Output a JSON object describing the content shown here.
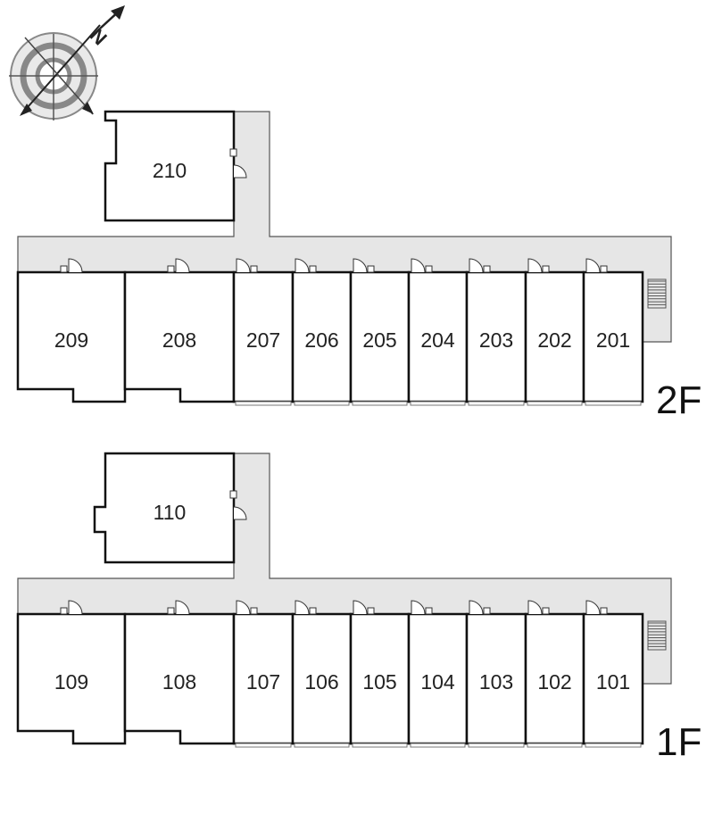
{
  "compass": {
    "north_label": "N",
    "icon": "compass-rose-icon"
  },
  "floors": [
    {
      "floor_label": "2F",
      "annex_unit": "210",
      "units": [
        "209",
        "208",
        "207",
        "206",
        "205",
        "204",
        "203",
        "202",
        "201"
      ]
    },
    {
      "floor_label": "1F",
      "annex_unit": "110",
      "units": [
        "109",
        "108",
        "107",
        "106",
        "105",
        "104",
        "103",
        "102",
        "101"
      ]
    }
  ],
  "colors": {
    "corridor": "#e6e6e6",
    "wall": "#111111",
    "door": "#333333"
  }
}
